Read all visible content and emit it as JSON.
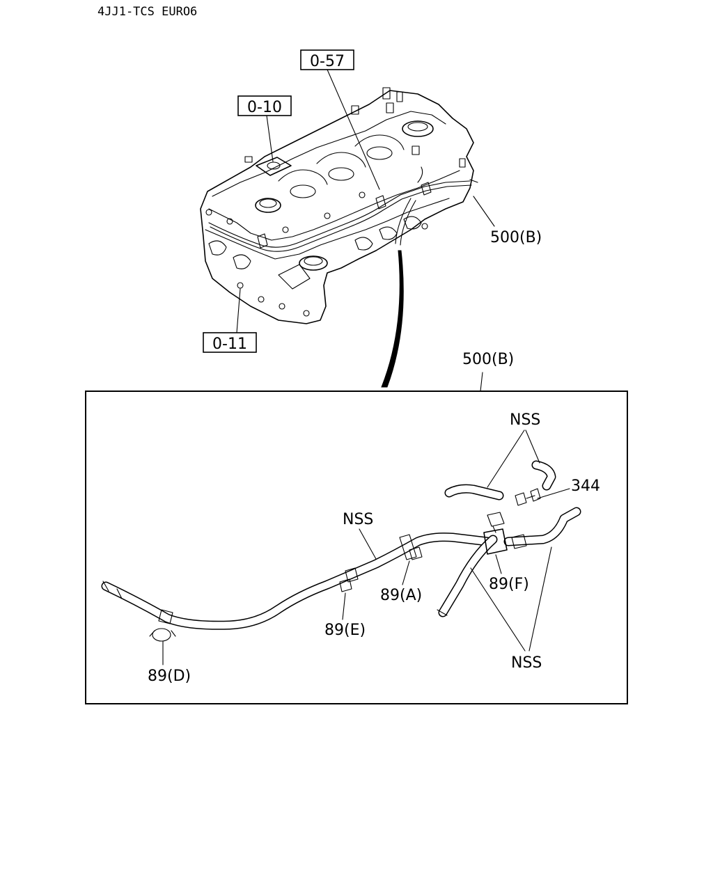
{
  "header": {
    "title": "4JJ1-TCS EURO6"
  },
  "refs": {
    "r057": "0-57",
    "r010": "0-10",
    "r011": "0-11"
  },
  "callouts": {
    "part500_top": "500(B)",
    "part500_detail": "500(B)",
    "nss_top": "NSS",
    "nss_mid": "NSS",
    "nss_bottom": "NSS",
    "p344": "344",
    "p89A": "89(A)",
    "p89E": "89(E)",
    "p89F": "89(F)",
    "p89D": "89(D)"
  }
}
